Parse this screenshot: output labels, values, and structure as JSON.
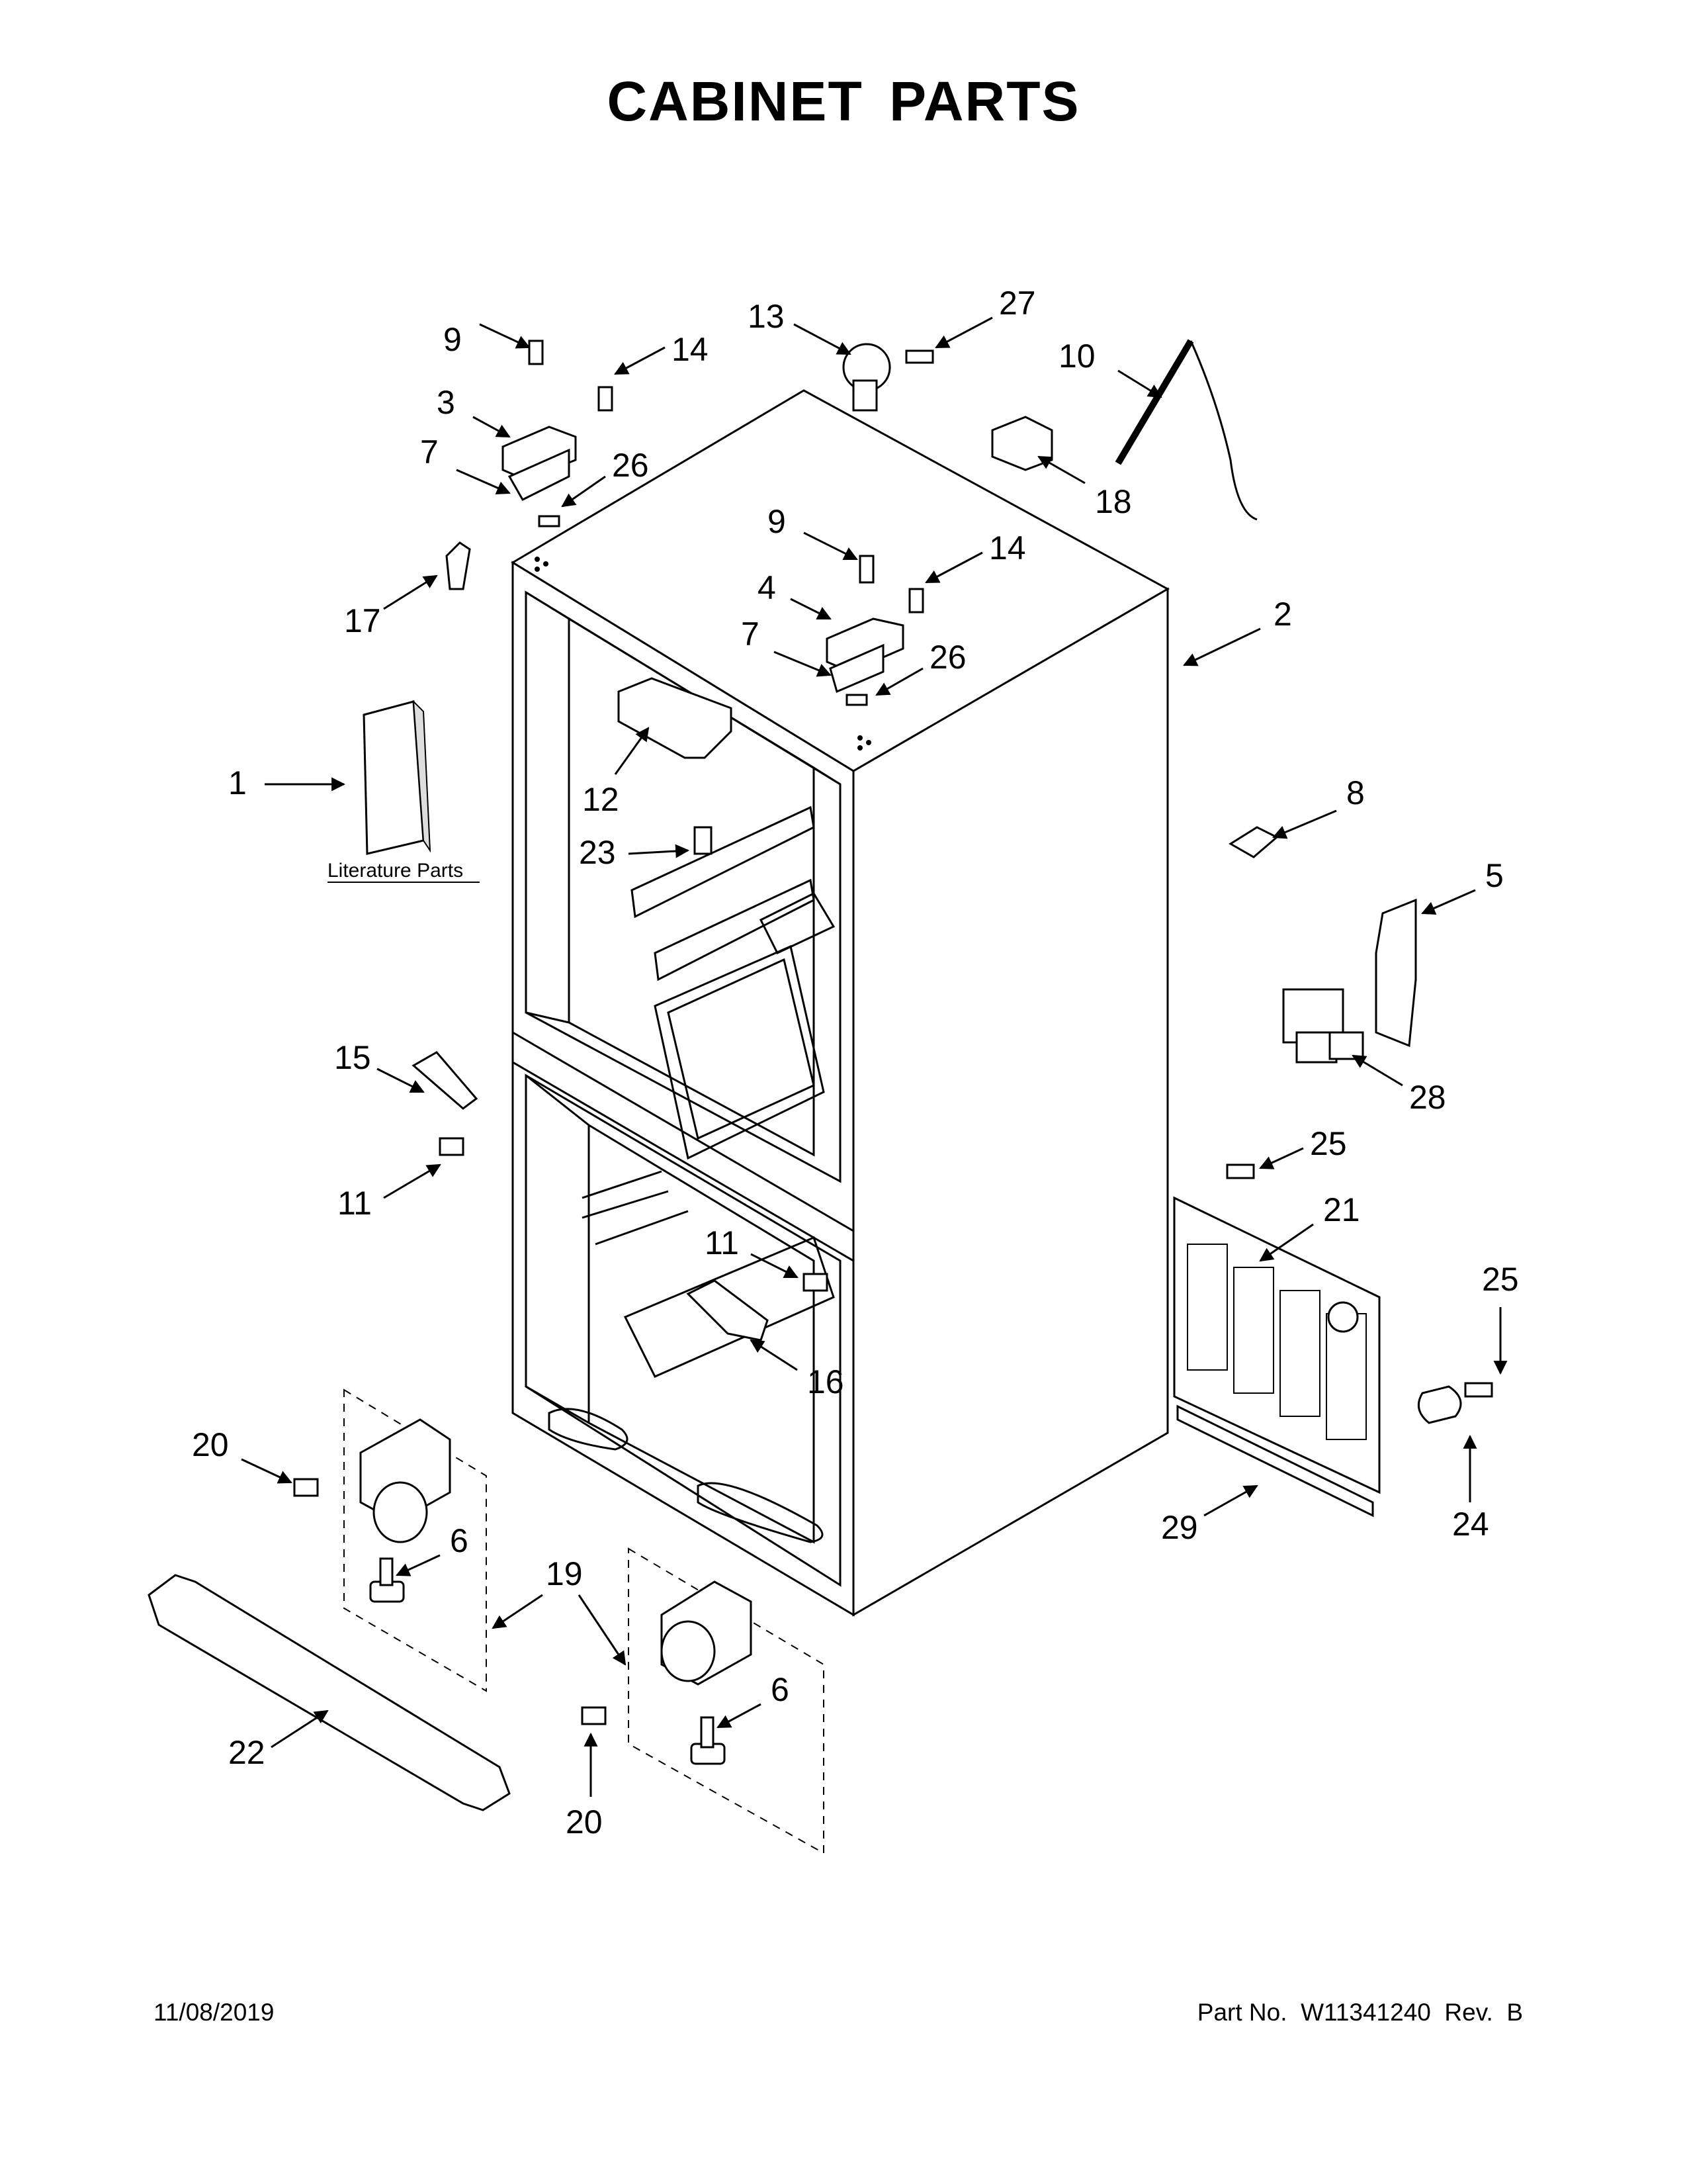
{
  "title": "CABINET PARTS",
  "footer": {
    "date": "11/08/2019",
    "part_number": "Part No.  W11341240  Rev.  B"
  },
  "literature_label": "Literature Parts",
  "callouts": [
    {
      "id": "c1",
      "label": "1"
    },
    {
      "id": "c2",
      "label": "2"
    },
    {
      "id": "c3",
      "label": "3"
    },
    {
      "id": "c4",
      "label": "4"
    },
    {
      "id": "c5",
      "label": "5"
    },
    {
      "id": "c6a",
      "label": "6"
    },
    {
      "id": "c6b",
      "label": "6"
    },
    {
      "id": "c7a",
      "label": "7"
    },
    {
      "id": "c7b",
      "label": "7"
    },
    {
      "id": "c8",
      "label": "8"
    },
    {
      "id": "c9a",
      "label": "9"
    },
    {
      "id": "c9b",
      "label": "9"
    },
    {
      "id": "c10",
      "label": "10"
    },
    {
      "id": "c11a",
      "label": "11"
    },
    {
      "id": "c11b",
      "label": "11"
    },
    {
      "id": "c12",
      "label": "12"
    },
    {
      "id": "c13",
      "label": "13"
    },
    {
      "id": "c14a",
      "label": "14"
    },
    {
      "id": "c14b",
      "label": "14"
    },
    {
      "id": "c15",
      "label": "15"
    },
    {
      "id": "c16",
      "label": "16"
    },
    {
      "id": "c17",
      "label": "17"
    },
    {
      "id": "c18",
      "label": "18"
    },
    {
      "id": "c19",
      "label": "19"
    },
    {
      "id": "c20a",
      "label": "20"
    },
    {
      "id": "c20b",
      "label": "20"
    },
    {
      "id": "c21",
      "label": "21"
    },
    {
      "id": "c22",
      "label": "22"
    },
    {
      "id": "c23",
      "label": "23"
    },
    {
      "id": "c24",
      "label": "24"
    },
    {
      "id": "c25a",
      "label": "25"
    },
    {
      "id": "c25b",
      "label": "25"
    },
    {
      "id": "c26a",
      "label": "26"
    },
    {
      "id": "c26b",
      "label": "26"
    },
    {
      "id": "c27",
      "label": "27"
    },
    {
      "id": "c28",
      "label": "28"
    },
    {
      "id": "c29",
      "label": "29"
    }
  ]
}
